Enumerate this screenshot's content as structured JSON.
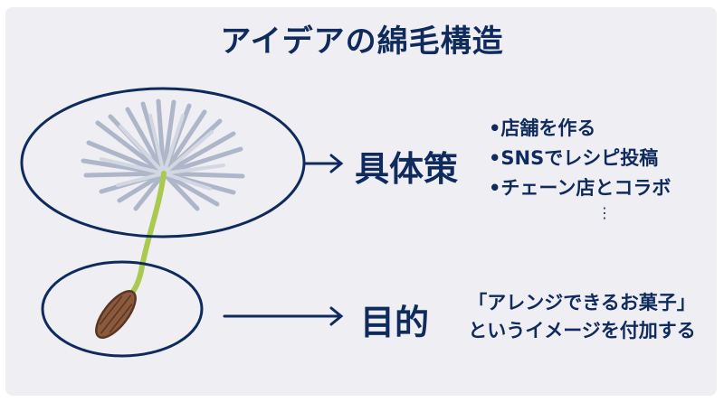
{
  "title": "アイデアの綿毛構造",
  "upper": {
    "label": "具体策",
    "items": [
      "•店舗を作る",
      "•SNSでレシピ投稿",
      "•チェーン店とコラボ"
    ],
    "more": "⋮"
  },
  "lower": {
    "label": "目的",
    "description_line1": "「アレンジできるお菓子」",
    "description_line2": "というイメージを付加する"
  },
  "colors": {
    "panel": "#efeff3",
    "ink": "#0f2a5c",
    "stem": "#a9c94f",
    "seed": "#8b5a3c",
    "pappus": "#aeb6c9"
  },
  "icons": [
    "dandelion-seed-illustration",
    "right-arrow-icon"
  ]
}
